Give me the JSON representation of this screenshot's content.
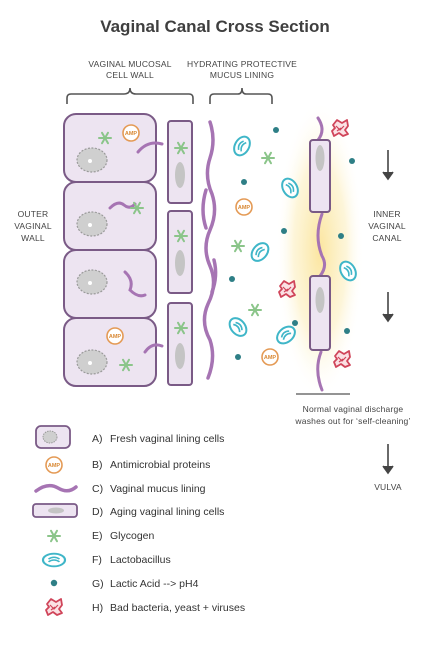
{
  "title": "Vaginal Canal Cross Section",
  "labels": {
    "cell_wall": [
      "VAGINAL MUCOSAL",
      "CELL WALL"
    ],
    "mucus_lining": [
      "HYDRATING PROTECTIVE",
      "MUCUS LINING"
    ],
    "outer_wall": [
      "OUTER",
      "VAGINAL",
      "WALL"
    ],
    "inner_canal": [
      "INNER",
      "VAGINAL",
      "CANAL"
    ],
    "discharge": [
      "Normal vaginal discharge",
      "washes out for ‘self-cleaning’"
    ],
    "vulva": "VULVA",
    "amp": "AMP"
  },
  "legend": [
    {
      "key": "A)",
      "text": "Fresh vaginal lining cells",
      "icon": "fresh-cell-icon"
    },
    {
      "key": "B)",
      "text": "Antimicrobial proteins",
      "icon": "amp-icon"
    },
    {
      "key": "C)",
      "text": "Vaginal mucus lining",
      "icon": "mucus-strand-icon"
    },
    {
      "key": "D)",
      "text": "Aging vaginal lining cells",
      "icon": "aging-cell-icon"
    },
    {
      "key": "E)",
      "text": "Glycogen",
      "icon": "glycogen-icon"
    },
    {
      "key": "F)",
      "text": "Lactobacillus",
      "icon": "lactobacillus-icon"
    },
    {
      "key": "G)",
      "text": "Lactic Acid --> pH4",
      "icon": "lactic-acid-icon"
    },
    {
      "key": "H)",
      "text": "Bad bacteria, yeast + viruses",
      "icon": "bad-bacteria-icon"
    }
  ],
  "colors": {
    "cell_fill": "#ede4f1",
    "cell_stroke": "#7a5a86",
    "mucus": "#a674b3",
    "glycogen": "#8bc58a",
    "amp": "#e49a55",
    "lactobacillus": "#3fb6c8",
    "lactic_acid": "#2e7f86",
    "bad_bacteria": "#d0455a",
    "discharge_glow": "#fbe9a0"
  }
}
